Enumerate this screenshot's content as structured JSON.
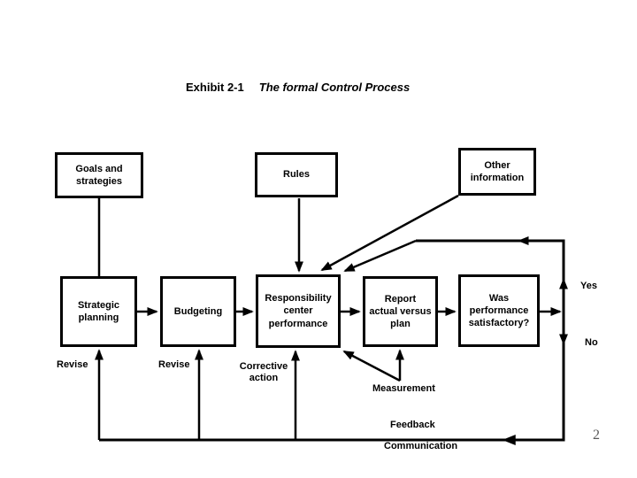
{
  "page": {
    "background": "#ffffff",
    "line_color": "#000000",
    "page_number_color": "#595959"
  },
  "title": {
    "exhibit": "Exhibit 2-1",
    "text": "The formal Control Process"
  },
  "boxes": {
    "goals": {
      "label": "Goals and\nstrategies"
    },
    "rules": {
      "label": "Rules"
    },
    "other_information": {
      "label": "Other\ninformation"
    },
    "strategic_planning": {
      "label": "Strategic\nplanning"
    },
    "budgeting": {
      "label": "Budgeting"
    },
    "responsibility_center": {
      "label": "Responsibility\ncenter\nperformance"
    },
    "report_actual": {
      "label": "Report\nactual versus\nplan"
    },
    "was_satisfactory": {
      "label": "Was\nperformance\nsatisfactory?"
    }
  },
  "labels": {
    "revise_strategic": "Revise",
    "revise_budgeting": "Revise",
    "corrective_action": "Corrective\naction",
    "measurement": "Measurement",
    "feedback": "Feedback",
    "communication": "Communication",
    "yes": "Yes",
    "no": "No"
  },
  "page_number": "2"
}
